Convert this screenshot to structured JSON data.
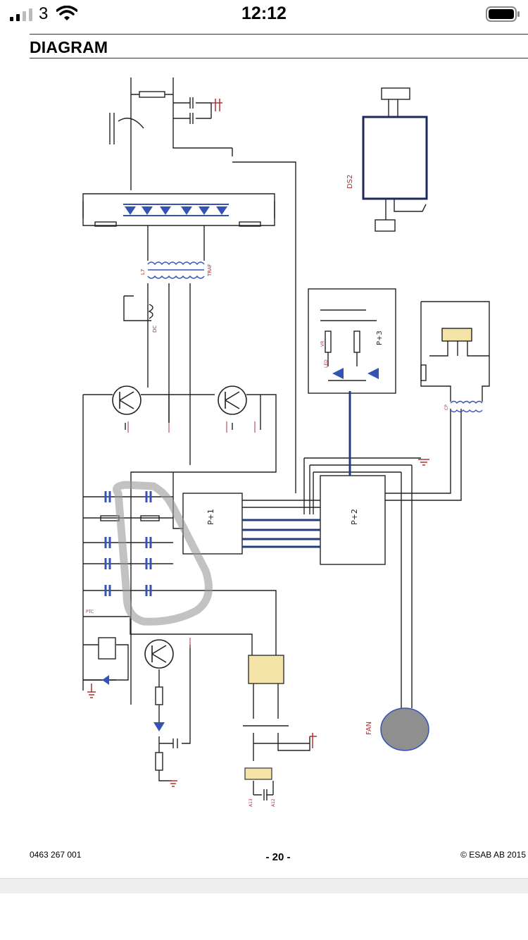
{
  "status_bar": {
    "carrier": "3",
    "time": "12:12"
  },
  "document": {
    "section_title": "DIAGRAM",
    "footer": {
      "doc_number": "0463 267 001",
      "page": "- 20 -",
      "copyright": "© ESAB AB 2015"
    }
  },
  "diagram": {
    "labels": {
      "pcb1": "P+1",
      "pcb2": "P+2",
      "pcb3": "P+3",
      "ds2": "DS2",
      "fan": "FAN",
      "l7": "L7",
      "tr": "TRAF",
      "dc": "DC",
      "vr": "VR",
      "led": "LED",
      "cp": "CP",
      "ptc": "PTC",
      "a13": "A13",
      "a12": "A12"
    }
  }
}
